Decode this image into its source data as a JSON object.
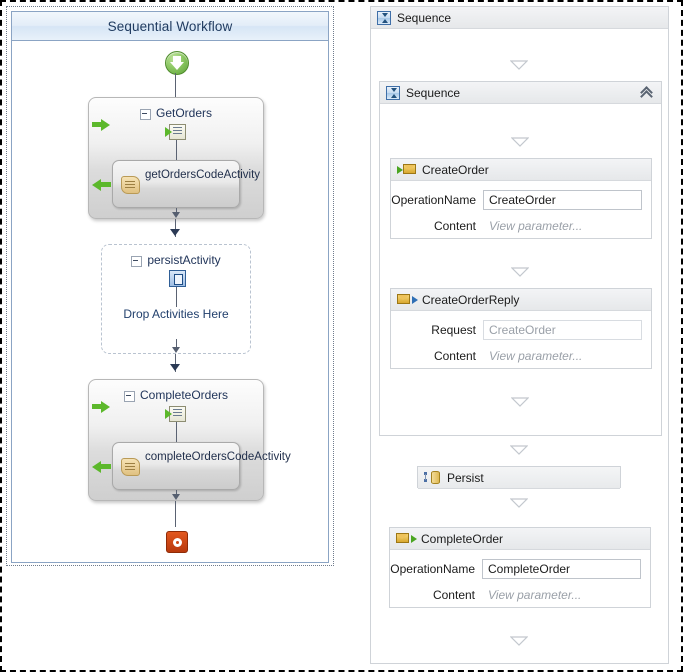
{
  "left_designer": {
    "title": "Sequential Workflow",
    "start_icon": "start-green-arrow-icon",
    "stop_icon": "stop-red-circle-icon",
    "activities": [
      {
        "name": "GetOrders",
        "type": "composite",
        "icon": "receive-sequence-icon",
        "child": {
          "name": "getOrdersCodeActivity",
          "icon": "code-scroll-icon"
        }
      },
      {
        "name": "persistActivity",
        "type": "dashed-container",
        "icon": "persist-blue-icon",
        "placeholder": "Drop Activities Here"
      },
      {
        "name": "CompleteOrders",
        "type": "composite",
        "icon": "receive-sequence-icon",
        "child": {
          "name": "completeOrdersCodeActivity",
          "icon": "code-scroll-icon"
        }
      }
    ]
  },
  "right_designer": {
    "root": {
      "title": "Sequence",
      "icon": "sequence-icon"
    },
    "inner_sequence": {
      "title": "Sequence",
      "icon": "sequence-icon",
      "collapse_icon": "chevron-up-icon"
    },
    "activities": [
      {
        "title": "CreateOrder",
        "icon": "receive-message-icon",
        "properties": [
          {
            "label": "OperationName",
            "value": "CreateOrder",
            "kind": "input"
          },
          {
            "label": "Content",
            "value": "View parameter...",
            "kind": "link"
          }
        ]
      },
      {
        "title": "CreateOrderReply",
        "icon": "sendreply-message-icon",
        "properties": [
          {
            "label": "Request",
            "value": "CreateOrder",
            "kind": "readonly"
          },
          {
            "label": "Content",
            "value": "View parameter...",
            "kind": "link"
          }
        ]
      },
      {
        "title": "Persist",
        "icon": "persist-icon",
        "properties": []
      },
      {
        "title": "CompleteOrder",
        "icon": "receive-message-icon",
        "properties": [
          {
            "label": "OperationName",
            "value": "CompleteOrder",
            "kind": "input"
          },
          {
            "label": "Content",
            "value": "View parameter...",
            "kind": "link"
          }
        ]
      }
    ],
    "connector_icon": "drop-target-triangle-icon"
  },
  "colors": {
    "accent_blue": "#3f6fa8",
    "title_bar": "#d6e5f5",
    "green_arrow": "#5cb82b",
    "stop_red": "#c2410c",
    "envelope_yellow": "#d9a82f",
    "ghost_text": "#9aa0a8"
  }
}
